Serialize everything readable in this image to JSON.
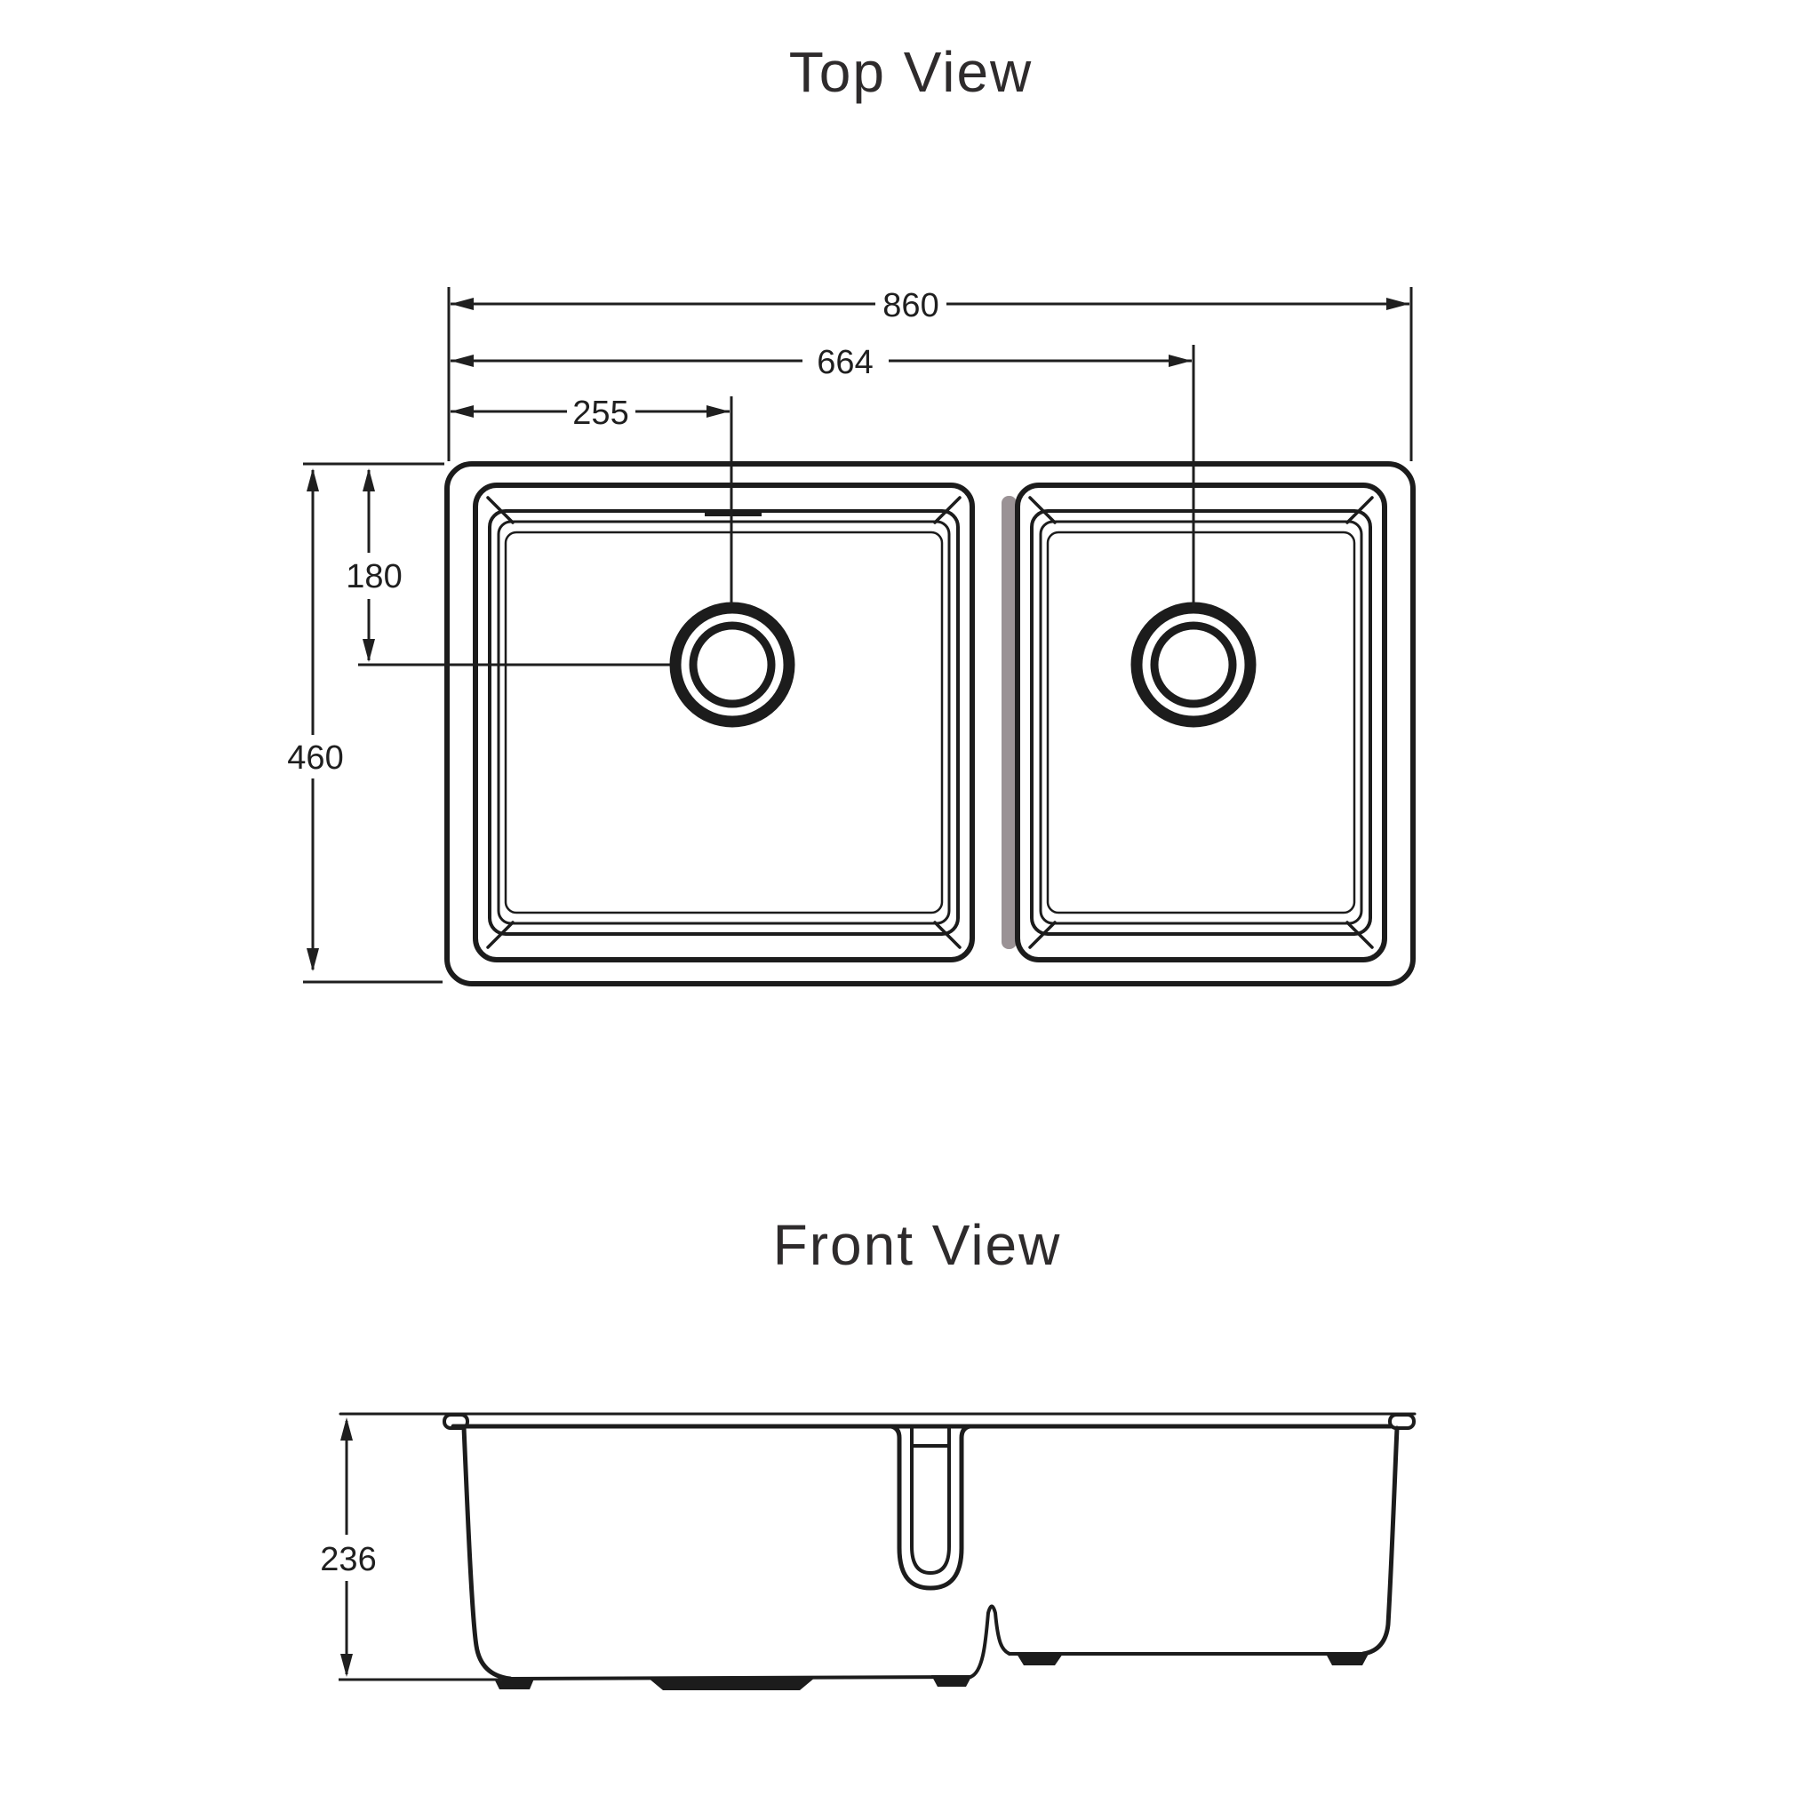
{
  "document": {
    "type": "product dimension drawing",
    "subject": "double-bowl undermount kitchen sink"
  },
  "colors": {
    "background": "#ffffff",
    "line": "#1c1c1c",
    "divider_shade": "#9a9295",
    "title_text": "#2e2b2c"
  },
  "top_view": {
    "title": "Top View",
    "dims": {
      "overall_width": "860",
      "right_drain_from_left": "664",
      "left_drain_from_left": "255",
      "drain_from_front_edge": "180",
      "overall_depth": "460"
    }
  },
  "front_view": {
    "title": "Front View",
    "dims": {
      "overall_height": "236"
    }
  }
}
